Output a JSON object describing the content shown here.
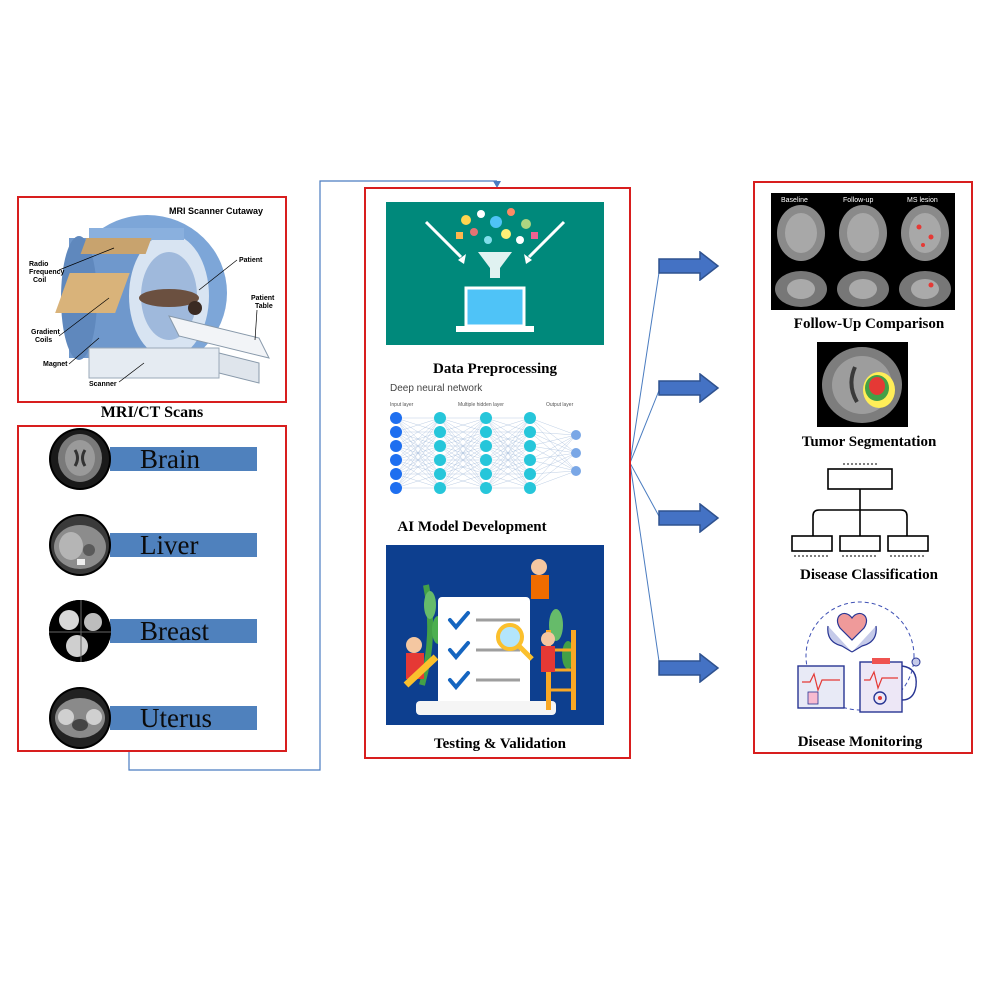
{
  "left_panel": {
    "mri_image": {
      "title": "MRI Scanner Cutaway",
      "labels": {
        "rf_coil": [
          "Radio",
          "Frequency",
          "Coil"
        ],
        "patient": "Patient",
        "patient_table": [
          "Patient",
          "Table"
        ],
        "gradient_coils": [
          "Gradient",
          "Coils"
        ],
        "magnet": "Magnet",
        "scanner": "Scanner"
      }
    },
    "caption": "MRI/CT Scans",
    "organs": [
      "Brain",
      "Liver",
      "Breast",
      "Uterus"
    ]
  },
  "middle_panel": {
    "steps": [
      {
        "caption": "Data Preprocessing"
      },
      {
        "caption": "AI Model Development"
      },
      {
        "caption": "Testing & Validation"
      }
    ],
    "nn_image": {
      "title": "Deep neural network",
      "input_label": "Input layer",
      "hidden_label": "Multiple hidden layer",
      "output_label": "Output layer"
    }
  },
  "right_panel": {
    "outputs": [
      {
        "caption": "Follow-Up Comparison"
      },
      {
        "caption": "Tumor Segmentation"
      },
      {
        "caption": "Disease Classification"
      },
      {
        "caption": "Disease Monitoring"
      }
    ],
    "followup_image": {
      "labels": [
        "Baseline",
        "Follow-up",
        "MS lesion"
      ]
    }
  },
  "colors": {
    "box_border": "#d81e1e",
    "organ_bar": "#4f81bd",
    "arrow": "#4472c4",
    "connector": "#4a7cc0",
    "teal_bg": "#00897b",
    "navy_bg": "#0d3f8f"
  }
}
